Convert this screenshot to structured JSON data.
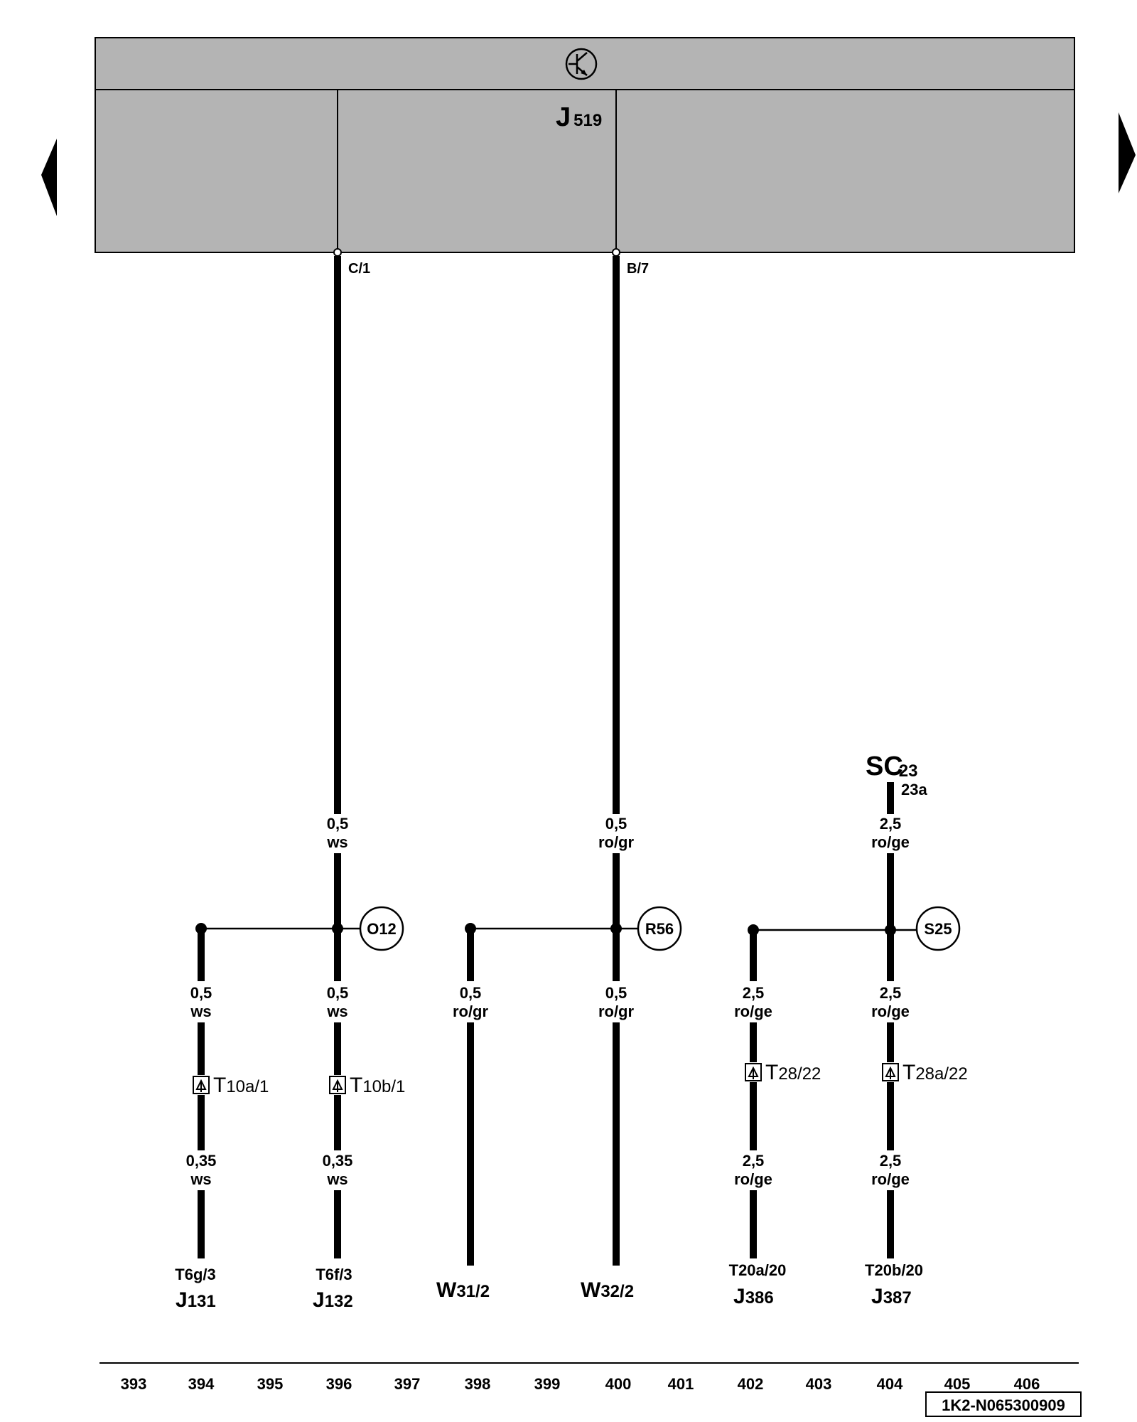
{
  "module": {
    "name_main": "J",
    "name_sub": "519",
    "icon": "transistor-icon",
    "fill": "#b4b4b4"
  },
  "navigation": {
    "prev_icon": "triangle-left-icon",
    "next_icon": "triangle-right-icon"
  },
  "pins": {
    "left": "C/1",
    "right": "B/7"
  },
  "sc": {
    "main": "SC",
    "sub1": "23",
    "sub2": "23a"
  },
  "trunks": [
    {
      "size": "0,5",
      "color": "ws"
    },
    {
      "size": "0,5",
      "color": "ro/gr"
    },
    {
      "size": "2,5",
      "color": "ro/ge"
    }
  ],
  "junctions": [
    "O12",
    "R56",
    "S25"
  ],
  "branches": [
    {
      "top_size": "0,5",
      "top_color": "ws",
      "conn_main": "T",
      "conn_sub": "10a/1",
      "bot_size": "0,35",
      "bot_color": "ws",
      "term_pin": "T6g/3",
      "term_main": "J",
      "term_sub": "131"
    },
    {
      "top_size": "0,5",
      "top_color": "ws",
      "conn_main": "T",
      "conn_sub": "10b/1",
      "bot_size": "0,35",
      "bot_color": "ws",
      "term_pin": "T6f/3",
      "term_main": "J",
      "term_sub": "132"
    },
    {
      "top_size": "0,5",
      "top_color": "ro/gr",
      "term_pin": "",
      "term_main": "W",
      "term_sub": "31/2"
    },
    {
      "top_size": "0,5",
      "top_color": "ro/gr",
      "term_pin": "",
      "term_main": "W",
      "term_sub": "32/2"
    },
    {
      "top_size": "2,5",
      "top_color": "ro/ge",
      "conn_main": "T",
      "conn_sub": "28/22",
      "bot_size": "2,5",
      "bot_color": "ro/ge",
      "term_pin": "T20a/20",
      "term_main": "J",
      "term_sub": "386"
    },
    {
      "top_size": "2,5",
      "top_color": "ro/ge",
      "conn_main": "T",
      "conn_sub": "28a/22",
      "bot_size": "2,5",
      "bot_color": "ro/ge",
      "term_pin": "T20b/20",
      "term_main": "J",
      "term_sub": "387"
    }
  ],
  "columns": [
    "393",
    "394",
    "395",
    "396",
    "397",
    "398",
    "399",
    "400",
    "401",
    "402",
    "403",
    "404",
    "405",
    "406"
  ],
  "reference": "1K2-N065300909"
}
